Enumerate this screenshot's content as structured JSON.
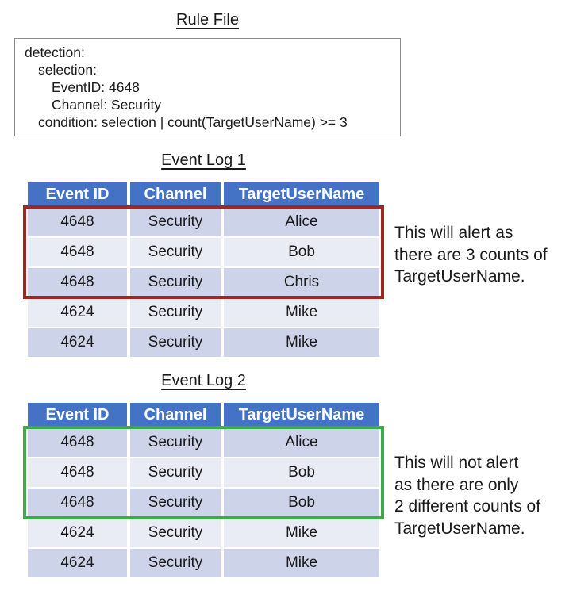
{
  "colors": {
    "header_bg": "#4472C4",
    "header_text": "#FFFFFF",
    "row_band_dark": "#CDD3E8",
    "row_band_light": "#E9EBF5",
    "alert_highlight": "#9E2823",
    "no_alert_highlight": "#3EA94C",
    "rule_box_border": "#8A8A8A"
  },
  "rule_file": {
    "title": "Rule File",
    "lines": [
      {
        "indent": 0,
        "text": "detection:"
      },
      {
        "indent": 1,
        "text": "selection:"
      },
      {
        "indent": 2,
        "text": "EventID: 4648"
      },
      {
        "indent": 2,
        "text": "Channel: Security"
      },
      {
        "indent": 1,
        "text": "condition: selection | count(TargetUserName) >= 3"
      }
    ]
  },
  "event_log_1": {
    "title": "Event Log 1",
    "headers": [
      "Event ID",
      "Channel",
      "TargetUserName"
    ],
    "rows": [
      [
        "4648",
        "Security",
        "Alice"
      ],
      [
        "4648",
        "Security",
        "Bob"
      ],
      [
        "4648",
        "Security",
        "Chris"
      ],
      [
        "4624",
        "Security",
        "Mike"
      ],
      [
        "4624",
        "Security",
        "Mike"
      ]
    ],
    "highlighted_rows": "1-3",
    "highlight_meaning": "alert",
    "annotation": "This will alert as\nthere are 3 counts of\nTargetUserName."
  },
  "event_log_2": {
    "title": "Event Log 2",
    "headers": [
      "Event ID",
      "Channel",
      "TargetUserName"
    ],
    "rows": [
      [
        "4648",
        "Security",
        "Alice"
      ],
      [
        "4648",
        "Security",
        "Bob"
      ],
      [
        "4648",
        "Security",
        "Bob"
      ],
      [
        "4624",
        "Security",
        "Mike"
      ],
      [
        "4624",
        "Security",
        "Mike"
      ]
    ],
    "highlighted_rows": "1-3",
    "highlight_meaning": "no-alert",
    "annotation": "This will not alert\nas there are only\n2 different counts of\nTargetUserName."
  }
}
